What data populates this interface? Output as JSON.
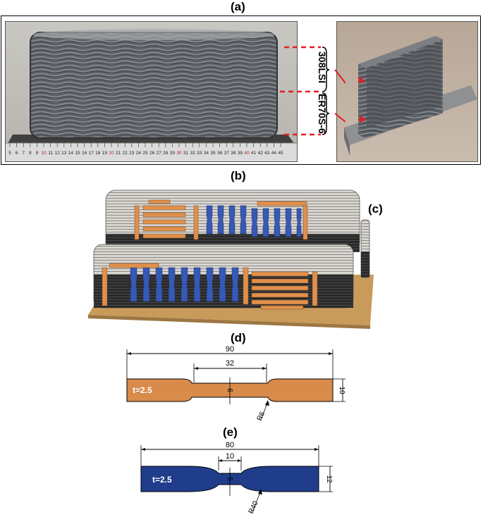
{
  "panels": {
    "a": {
      "label": "(a)",
      "material_top": "308LSI",
      "material_bottom": "ER70S-6",
      "ruler_numbers": [
        "5",
        "6",
        "7",
        "8",
        "9",
        "10",
        "11",
        "12",
        "13",
        "14",
        "15",
        "16",
        "17",
        "18",
        "19",
        "20",
        "21",
        "22",
        "23",
        "24",
        "25",
        "26",
        "27",
        "28",
        "29",
        "30",
        "31",
        "32",
        "33",
        "34",
        "35",
        "36",
        "37",
        "38",
        "39",
        "40",
        "41",
        "42",
        "43",
        "44",
        "45"
      ]
    },
    "b": {
      "label": "(b)"
    },
    "c": {
      "label": "(c)"
    },
    "d": {
      "label": "(d)",
      "thickness": "t=2.5",
      "overall_length": "90",
      "gauge_length": "32",
      "gauge_width": "6",
      "grip_width": "10",
      "radius": "R6",
      "fill_color": "#d98b4c"
    },
    "e": {
      "label": "(e)",
      "thickness": "t=2.5",
      "overall_length": "80",
      "gauge_length": "10",
      "gauge_width": "5",
      "grip_width": "12",
      "radius": "R40",
      "fill_color": "#1f3d8a"
    }
  }
}
